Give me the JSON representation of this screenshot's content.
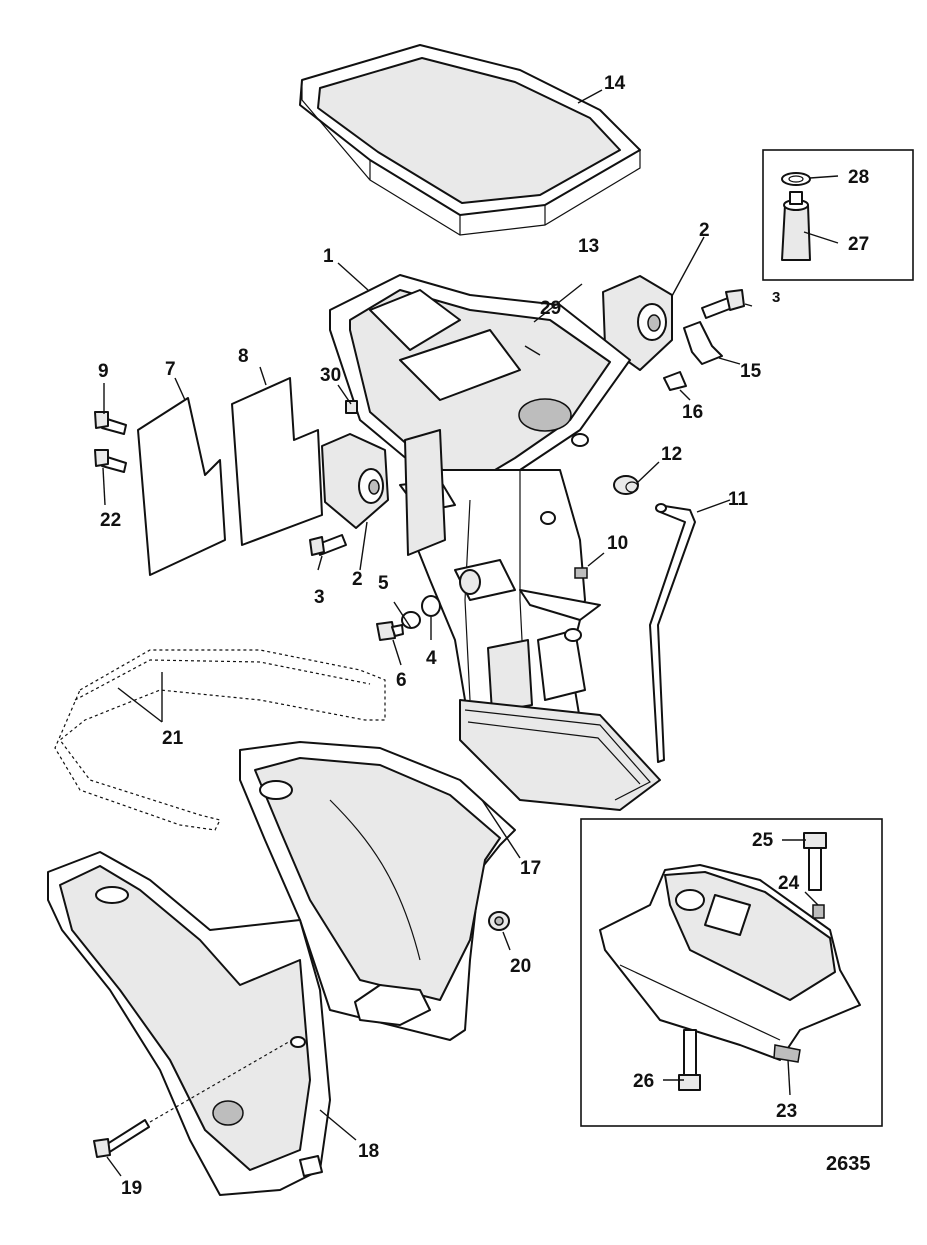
{
  "callouts": {
    "c1": "1",
    "c2a": "2",
    "c2b": "2",
    "c3a": "3",
    "c3b": "3",
    "c4": "4",
    "c5": "5",
    "c6": "6",
    "c7": "7",
    "c8": "8",
    "c9": "9",
    "c10": "10",
    "c11": "11",
    "c12": "12",
    "c13": "13",
    "c14": "14",
    "c15": "15",
    "c16": "16",
    "c17": "17",
    "c18": "18",
    "c19": "19",
    "c20": "20",
    "c21": "21",
    "c22": "22",
    "c23": "23",
    "c24": "24",
    "c25": "25",
    "c26": "26",
    "c27": "27",
    "c28": "28",
    "c29": "29",
    "c30": "30"
  },
  "figure_number": "2635"
}
